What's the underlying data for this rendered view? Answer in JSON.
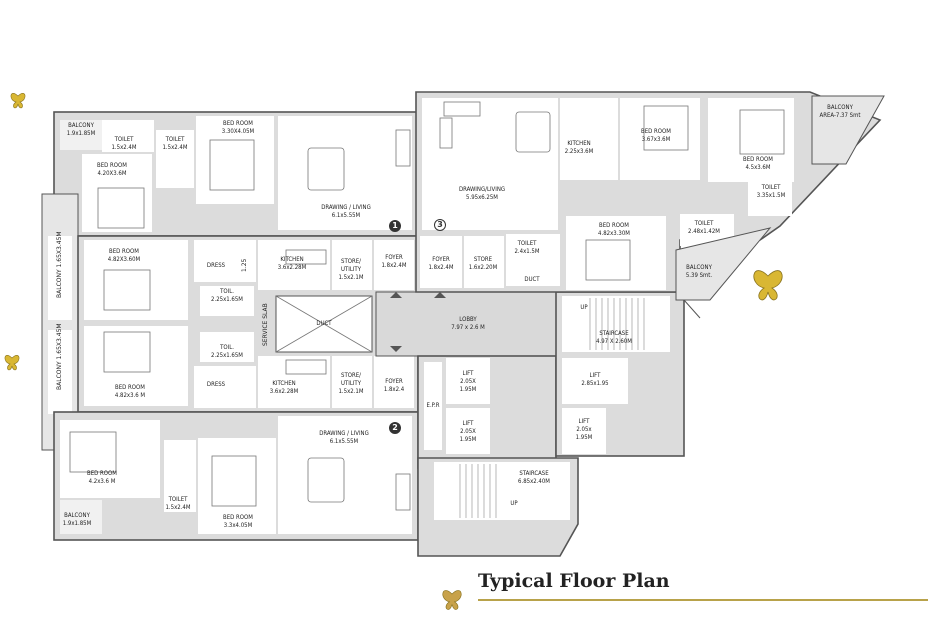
{
  "title": "Typical Floor Plan",
  "labels": {
    "balcony_tl": {
      "name": "BALCONY",
      "size": "1.9x1.85M"
    },
    "toilet_tl1": {
      "name": "TOILET",
      "size": "1.5x2.4M"
    },
    "toilet_tl2": {
      "name": "TOILET",
      "size": "1.5x2.4M"
    },
    "bed_tl_top": {
      "name": "BED ROOM",
      "size": "3.30X4.05M"
    },
    "bed_tl_left": {
      "name": "BED ROOM",
      "size": "4.20X3.6M"
    },
    "drawing_1": {
      "name": "DRAWING / LIVING",
      "size": "6.1x5.55M"
    },
    "bed_ml_top": {
      "name": "BED ROOM",
      "size": "4.82X3.60M"
    },
    "dress_top": {
      "name": "DRESS"
    },
    "dim_125": {
      "name": "1.25"
    },
    "kitchen_ml1": {
      "name": "KITCHEN",
      "size": "3.6x2.28M"
    },
    "store_ml1": {
      "name": "STORE/",
      "size": "UTILITY",
      "extra": "1.5x2.1M"
    },
    "foyer_ml1": {
      "name": "FOYER",
      "size": "1.8x2.4M"
    },
    "toil_top": {
      "name": "TOIL.",
      "size": "2.25x1.65M"
    },
    "service_slab": {
      "name": "SERVICE SLAB"
    },
    "duct_left": {
      "name": "DUCT"
    },
    "toil_bot": {
      "name": "TOIL.",
      "size": "2.25x1.65M"
    },
    "bed_ml_bot": {
      "name": "BED ROOM",
      "size": "4.82x3.6 M"
    },
    "dress_bot": {
      "name": "DRESS"
    },
    "kitchen_ml2": {
      "name": "KITCHEN",
      "size": "3.6x2.28M"
    },
    "store_ml2": {
      "name": "STORE/",
      "size": "UTILITY",
      "extra": "1.5x2.1M"
    },
    "foyer_ml2": {
      "name": "FOYER",
      "size": "1.8x2.4"
    },
    "drawing_2": {
      "name": "DRAWING / LIVING",
      "size": "6.1x5.55M"
    },
    "bed_bl_left": {
      "name": "BED ROOM",
      "size": "4.2x3.6 M"
    },
    "bed_bl_top": {
      "name": "BED ROOM",
      "size": "3.3x4.05M"
    },
    "toilet_bl": {
      "name": "TOILET",
      "size": "1.5x2.4M"
    },
    "balcony_bl": {
      "name": "BALCONY",
      "size": "1.9x1.85M"
    },
    "balcony_side_top": {
      "name": "BALCONY",
      "size": "1.65X3.45M"
    },
    "balcony_side_bot": {
      "name": "BALCONY",
      "size": "1.65X3.45M"
    },
    "drawing_3": {
      "name": "DRAWING/LIVING",
      "size": "5.95x6.25M"
    },
    "kitchen_r": {
      "name": "KITCHEN",
      "size": "2.25x3.6M"
    },
    "bed_r1": {
      "name": "BED ROOM",
      "size": "3.67x3.6M"
    },
    "bed_r2": {
      "name": "BED ROOM",
      "size": "4.5x3.6M"
    },
    "balcony_area": {
      "name": "BALCONY",
      "size": "AREA-7.37 Smt"
    },
    "toilet_r1": {
      "name": "TOILET",
      "size": "3.35x1.5M"
    },
    "toilet_r2": {
      "name": "TOILET",
      "size": "2.48x1.42M"
    },
    "balcony_r": {
      "name": "BALCONY",
      "size": "5.39 Smt."
    },
    "bed_r3": {
      "name": "BED ROOM",
      "size": "4.82x3.30M"
    },
    "toilet_r3": {
      "name": "TOILET",
      "size": "2.4x1.5M"
    },
    "duct_r": {
      "name": "DUCT"
    },
    "foyer_r": {
      "name": "FOYER",
      "size": "1.8x2.4M"
    },
    "store_r": {
      "name": "STORE",
      "size": "1.6x2.20M"
    },
    "lobby": {
      "name": "LOBBY",
      "size": "7.97 x 2.6 M"
    },
    "up_top": {
      "name": "UP"
    },
    "staircase_top": {
      "name": "STAIRCASE",
      "size": "4.97 X 2.60M"
    },
    "lift_a": {
      "name": "LIFT",
      "size": "2.05X",
      "extra": "1.95M"
    },
    "lift_b": {
      "name": "LIFT",
      "size": "2.05X",
      "extra": "1.95M"
    },
    "lift_c": {
      "name": "LIFT",
      "size": "2.85x1.95"
    },
    "lift_d": {
      "name": "LIFT",
      "size": "2.05x",
      "extra": "1.95M"
    },
    "epr": {
      "name": "E.P.R"
    },
    "staircase_bot": {
      "name": "STAIRCASE",
      "size": "6.85x2.40M"
    },
    "up_bot": {
      "name": "UP"
    }
  },
  "unit_numbers": [
    "1",
    "2",
    "3"
  ],
  "colors": {
    "accent": "#b8a24a",
    "wall": "#555555",
    "fill": "#dcdcdc",
    "butterfly": "#d9b733"
  }
}
